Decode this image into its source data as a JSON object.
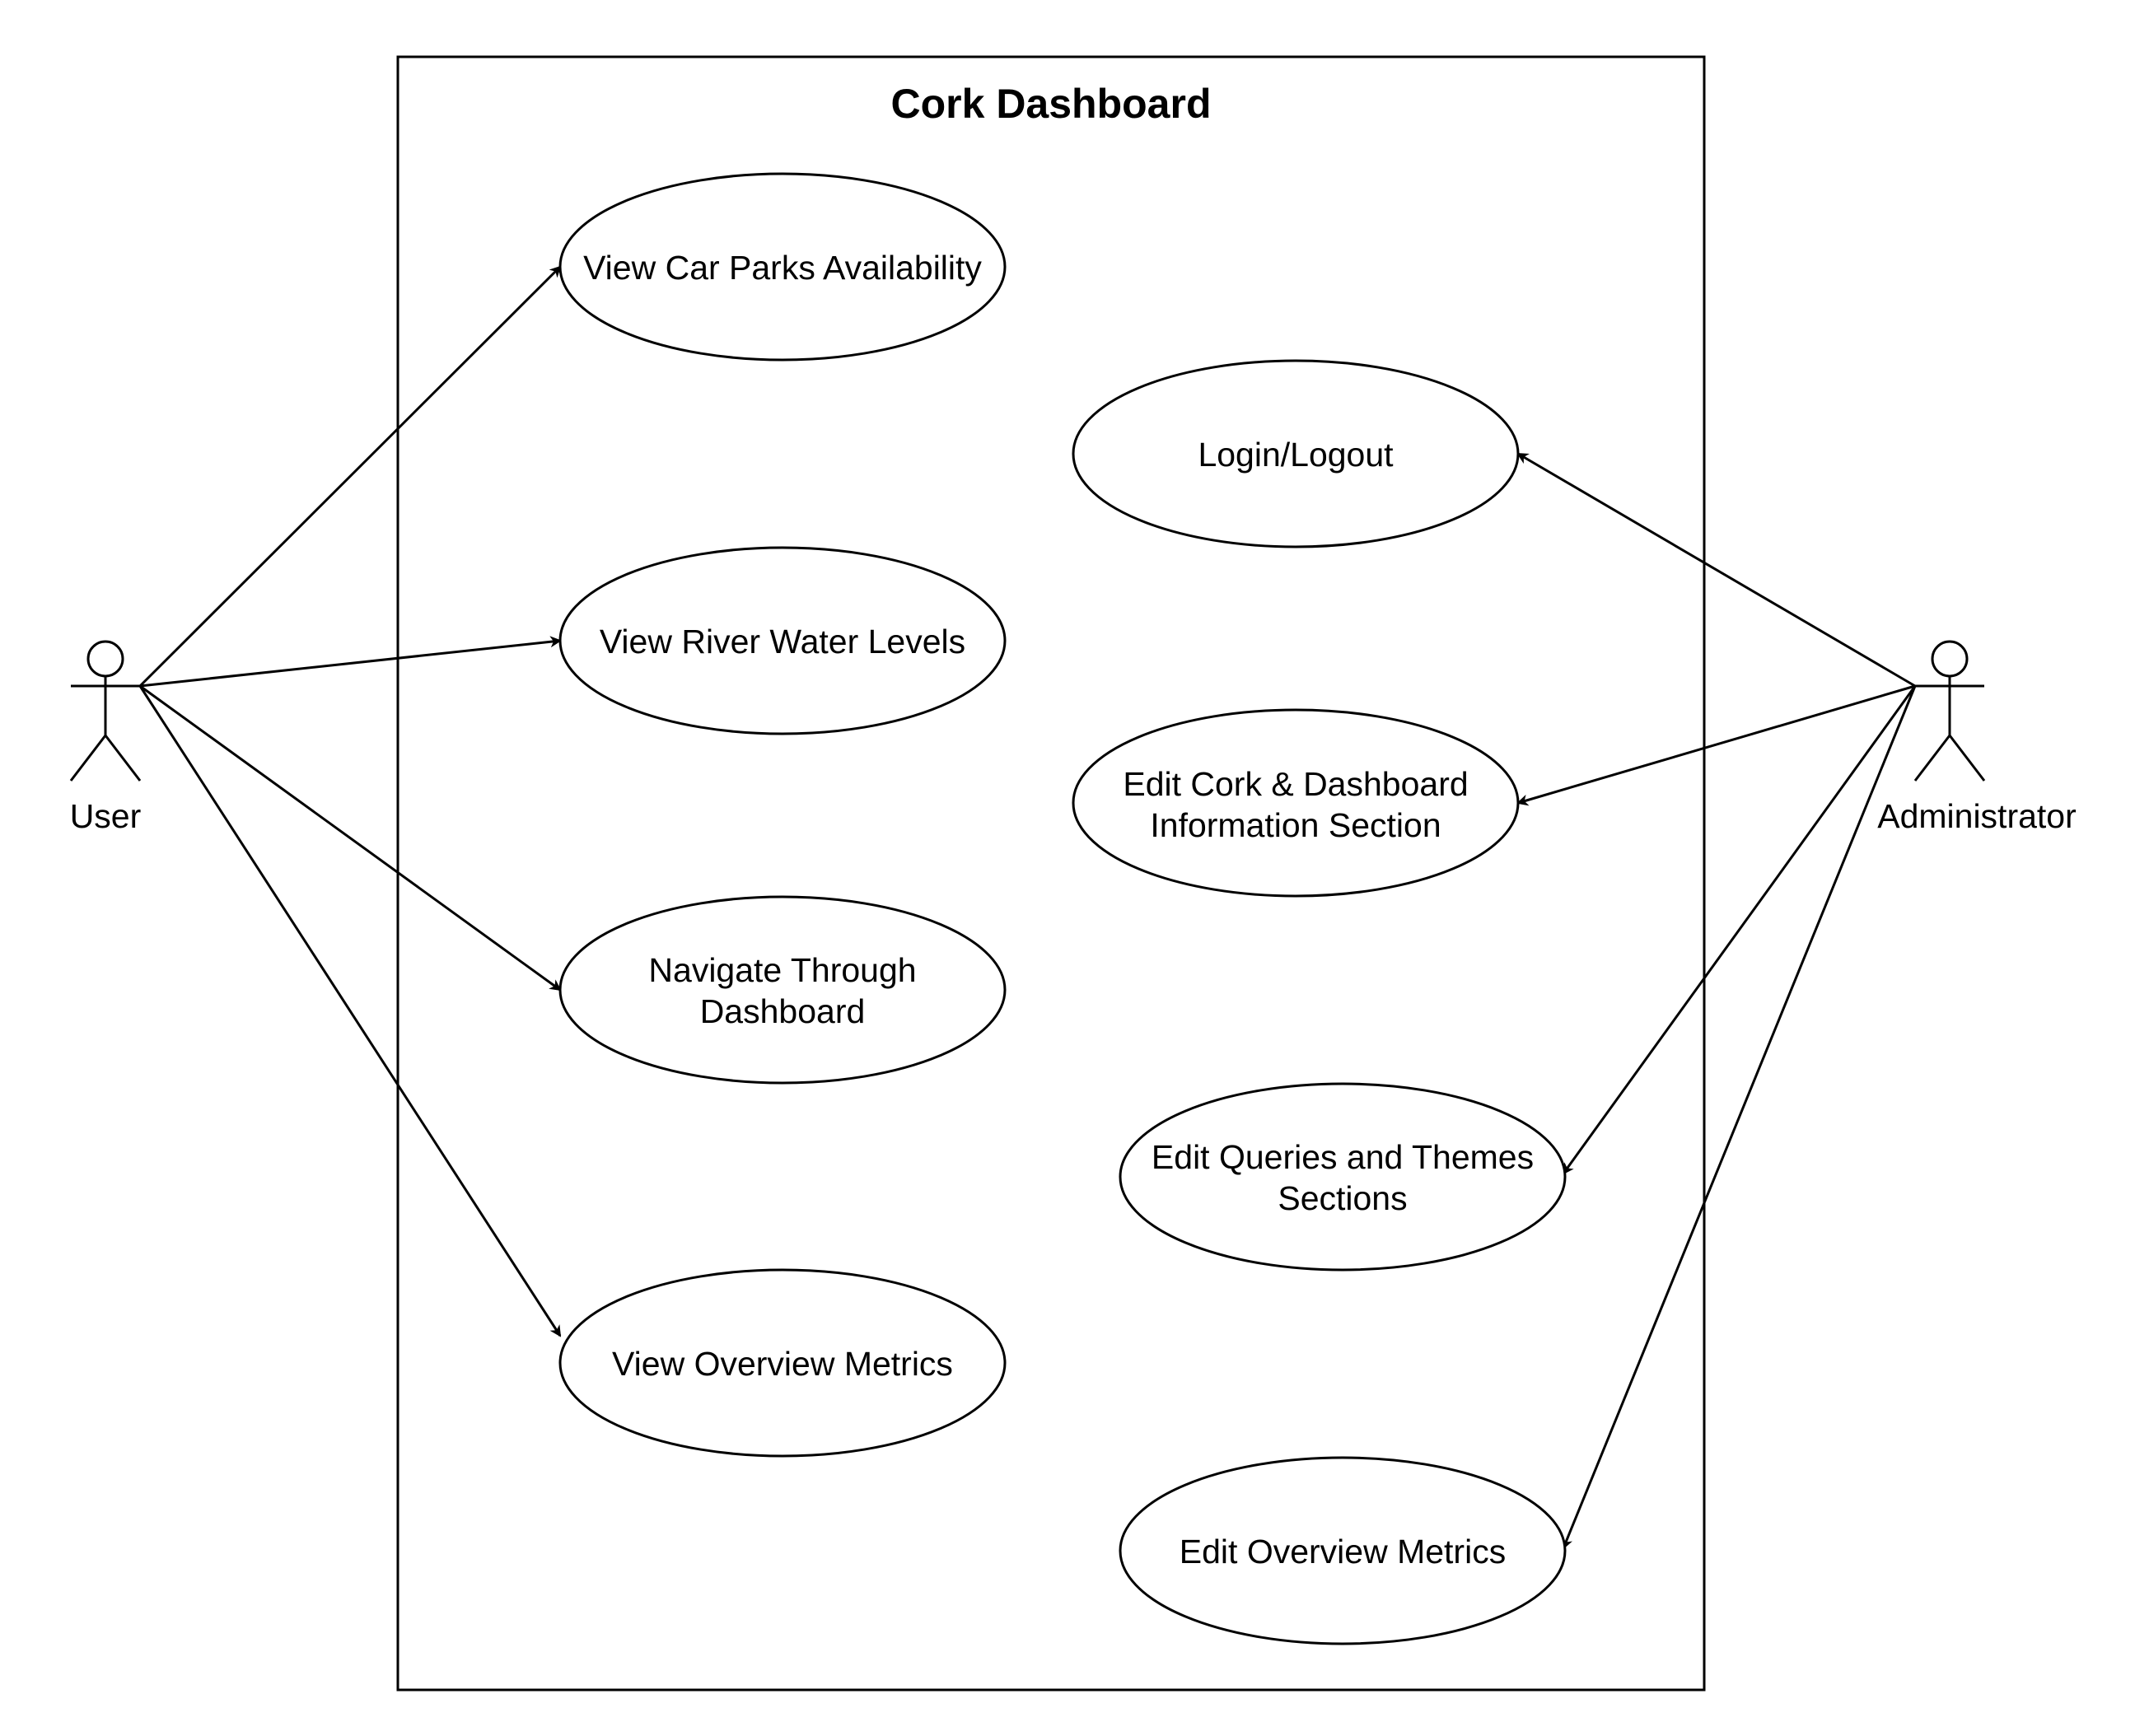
{
  "system": {
    "title": "Cork Dashboard"
  },
  "actors": {
    "user": {
      "label": "User"
    },
    "admin": {
      "label": "Administrator"
    }
  },
  "use_cases": {
    "car_parks": {
      "lines": [
        "View Car Parks Availability"
      ]
    },
    "river": {
      "lines": [
        "View River Water Levels"
      ]
    },
    "navigate": {
      "lines": [
        "Navigate Through",
        "Dashboard"
      ]
    },
    "overview": {
      "lines": [
        "View Overview Metrics"
      ]
    },
    "login": {
      "lines": [
        "Login/Logout"
      ]
    },
    "edit_info": {
      "lines": [
        "Edit Cork & Dashboard",
        "Information Section"
      ]
    },
    "edit_queries": {
      "lines": [
        "Edit Queries and Themes",
        "Sections"
      ]
    },
    "edit_overview": {
      "lines": [
        "Edit Overview Metrics"
      ]
    }
  },
  "associations": [
    {
      "from": "user",
      "to": "car_parks"
    },
    {
      "from": "user",
      "to": "river"
    },
    {
      "from": "user",
      "to": "navigate"
    },
    {
      "from": "user",
      "to": "overview"
    },
    {
      "from": "admin",
      "to": "login"
    },
    {
      "from": "admin",
      "to": "edit_info"
    },
    {
      "from": "admin",
      "to": "edit_queries"
    },
    {
      "from": "admin",
      "to": "edit_overview"
    }
  ]
}
